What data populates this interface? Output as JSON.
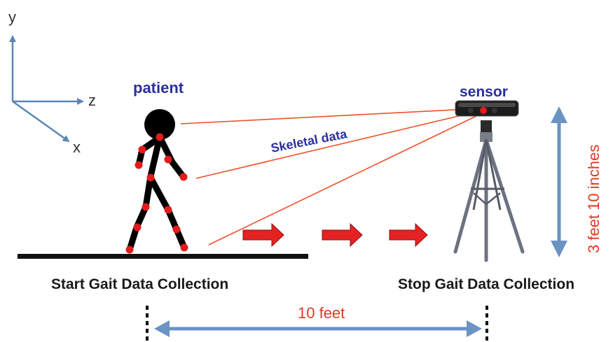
{
  "axes": {
    "y": "y",
    "z": "z",
    "x": "x"
  },
  "labels": {
    "patient": "patient",
    "sensor": "sensor",
    "skeletal_data": "Skeletal data",
    "start": "Start Gait Data Collection",
    "stop": "Stop Gait Data Collection",
    "distance": "10 feet",
    "height": "3 feet 10 inches"
  },
  "colors": {
    "axis": "#5b86b8",
    "joint": "#e31b1b",
    "ray": "#f0502a",
    "arrow_red": "#e52222",
    "measure": "#6b93c4",
    "label_blue": "#2b2f9e",
    "label_red": "#e03a1e"
  }
}
